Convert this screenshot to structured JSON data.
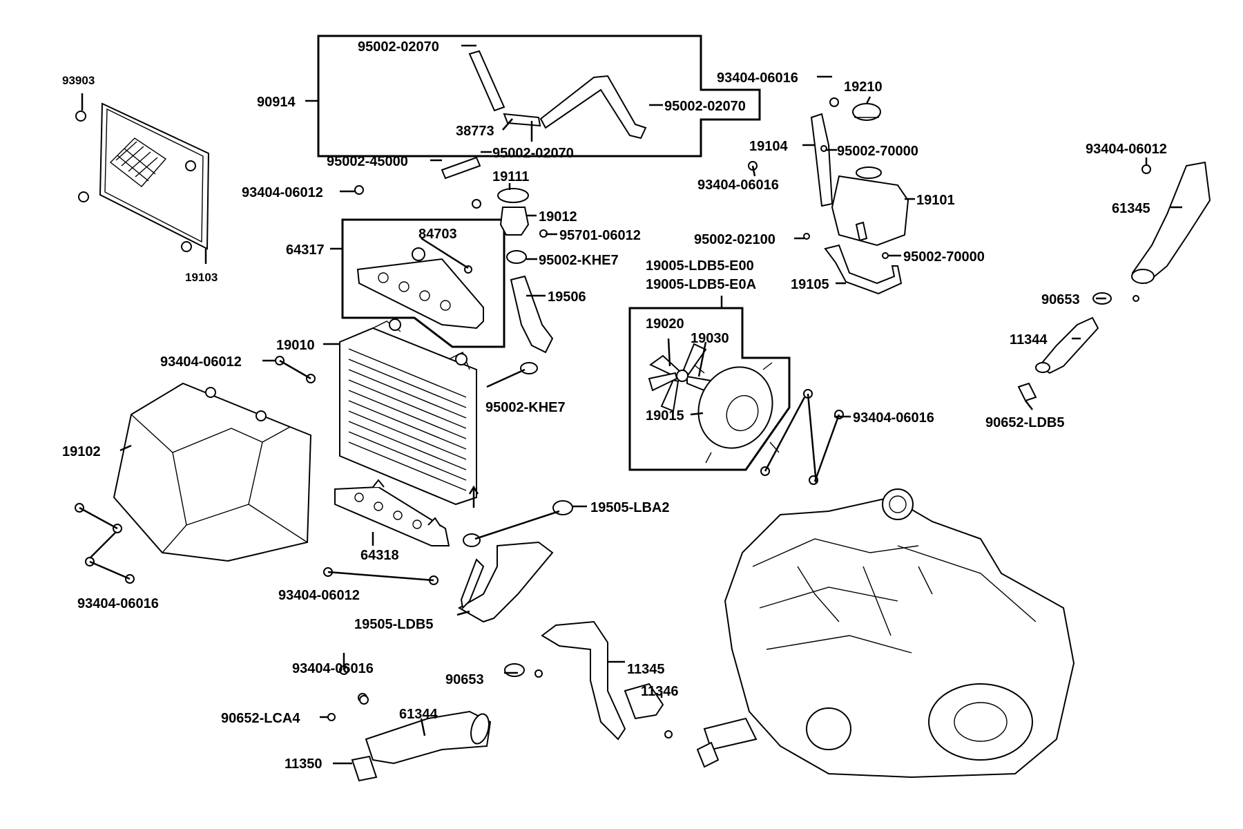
{
  "labels": {
    "l93903": "93903",
    "l19103": "19103",
    "l90914": "90914",
    "l95002_02070_a": "95002-02070",
    "l95002_02070_b": "95002-02070",
    "l95002_02070_c": "95002-02070",
    "l38773": "38773",
    "l95002_45000": "95002-45000",
    "l93404_06016_a": "93404-06016",
    "l19210": "19210",
    "l19104": "19104",
    "l95002_70000_a": "95002-70000",
    "l93404_06016_b": "93404-06016",
    "l19101": "19101",
    "l93404_06012_a": "93404-06012",
    "l61345": "61345",
    "l93404_06012_b": "93404-06012",
    "l19111": "19111",
    "l19012": "19012",
    "l95701_06012": "95701-06012",
    "l64317": "64317",
    "l84703": "84703",
    "l95002_KHE7_a": "95002-KHE7",
    "l95002_02100": "95002-02100",
    "l95002_70000_b": "95002-70000",
    "l19005_e00": "19005-LDB5-E00",
    "l19005_e0a": "19005-LDB5-E0A",
    "l19105": "19105",
    "l19506": "19506",
    "l90653_a": "90653",
    "l11344": "11344",
    "l19020": "19020",
    "l19030": "19030",
    "l19010": "19010",
    "l93404_06012_c": "93404-06012",
    "l95002_KHE7_b": "95002-KHE7",
    "l19015": "19015",
    "l93404_06016_c": "93404-06016",
    "l90652_LDB5": "90652-LDB5",
    "l19102": "19102",
    "l19505_LBA2": "19505-LBA2",
    "l64318": "64318",
    "l93404_06016_d": "93404-06016",
    "l93404_06012_d": "93404-06012",
    "l19505_LDB5": "19505-LDB5",
    "l93404_06016_e": "93404-06016",
    "l11345": "11345",
    "l90653_b": "90653",
    "l11346": "11346",
    "l61344": "61344",
    "l90652_LCA4": "90652-LCA4",
    "l11350": "11350"
  }
}
